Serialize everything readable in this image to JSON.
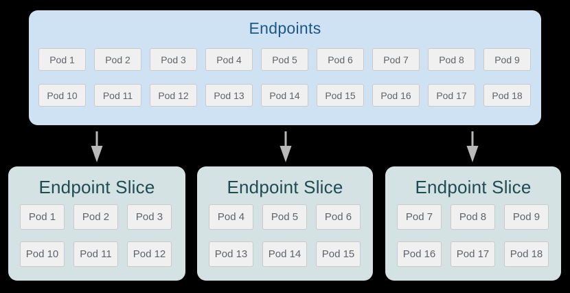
{
  "colors": {
    "canvas_bg": "#000000",
    "endpoints_box_bg": "#cfe2f4",
    "endpoints_title": "#1d5787",
    "slice_box_bg": "#d4e2e3",
    "slice_title": "#1f4b53",
    "pod_bg": "#f0f0f0",
    "pod_border": "#c9c9c9",
    "pod_text": "#5f6368",
    "arrow": "#b9b9b9"
  },
  "diagram": {
    "endpoints": {
      "title": "Endpoints",
      "pods": [
        "Pod 1",
        "Pod 2",
        "Pod 3",
        "Pod 4",
        "Pod 5",
        "Pod 6",
        "Pod 7",
        "Pod 8",
        "Pod 9",
        "Pod 10",
        "Pod 11",
        "Pod 12",
        "Pod 13",
        "Pod 14",
        "Pod 15",
        "Pod 16",
        "Pod 17",
        "Pod 18"
      ]
    },
    "slices": [
      {
        "title": "Endpoint Slice",
        "pods": [
          "Pod 1",
          "Pod 2",
          "Pod 3",
          "Pod 10",
          "Pod 11",
          "Pod 12"
        ]
      },
      {
        "title": "Endpoint Slice",
        "pods": [
          "Pod 4",
          "Pod 5",
          "Pod 6",
          "Pod 13",
          "Pod 14",
          "Pod 15"
        ]
      },
      {
        "title": "Endpoint Slice",
        "pods": [
          "Pod 7",
          "Pod 8",
          "Pod 9",
          "Pod 16",
          "Pod 17",
          "Pod 18"
        ]
      }
    ]
  }
}
